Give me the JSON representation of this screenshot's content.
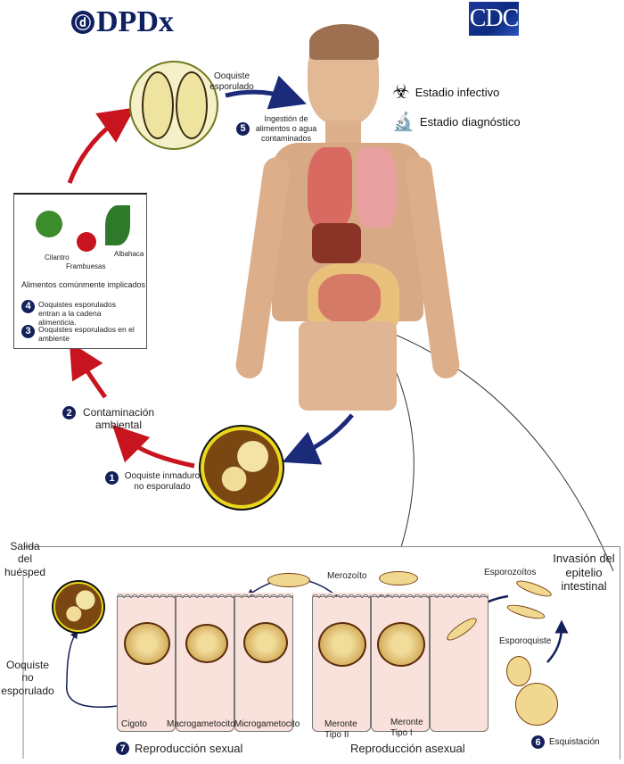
{
  "logos": {
    "left": "DPDx",
    "right": "CDC"
  },
  "legend": [
    {
      "icon": "biohazard-icon",
      "label": "Estadio infectivo"
    },
    {
      "icon": "microscope-icon",
      "label": "Estadio diagnóstico"
    }
  ],
  "top_cycle": {
    "sporulated_oocyst": "Ooquiste esporulado",
    "step5": {
      "num": "5",
      "label": "Ingestión de alimentos o agua contaminados"
    },
    "step2": {
      "num": "2",
      "label": "Contaminación ambiental"
    },
    "step1": {
      "num": "1",
      "label": "Ooquiste inmaduro no esporulado"
    }
  },
  "food_box": {
    "foods": [
      "Cilantro",
      "Frambuesas",
      "Albahaca"
    ],
    "title": "Alimentos comúnmente implicados",
    "steps": [
      {
        "num": "4",
        "label": "Ooquistes esporulados entran a la cadena alimenticia."
      },
      {
        "num": "3",
        "label": "Ooquistes esporulados en el ambiente"
      }
    ]
  },
  "intestine_panel": {
    "exit_host": "Salida del huésped",
    "unsporulated": "Ooquiste no esporulado",
    "invasion": "Invasión del epitelio intestinal",
    "merozoite": "Merozoíto",
    "sporozoites": "Esporozoítos",
    "sporocyst": "Esporoquiste",
    "cells": [
      "Cigoto",
      "Macrogametocito",
      "Microgametocito",
      "Meronte Tipo II",
      "Meronte Tipo I"
    ],
    "step7": {
      "num": "7",
      "label": "Reproducción sexual"
    },
    "asexual": "Reproducción asexual",
    "step6": {
      "num": "6",
      "label": "Esquistación"
    }
  },
  "colors": {
    "navy": "#14205a",
    "red_arrow": "#c8141e",
    "blue_arrow": "#1c2a7a",
    "cell_fill": "#f9e1dc"
  }
}
